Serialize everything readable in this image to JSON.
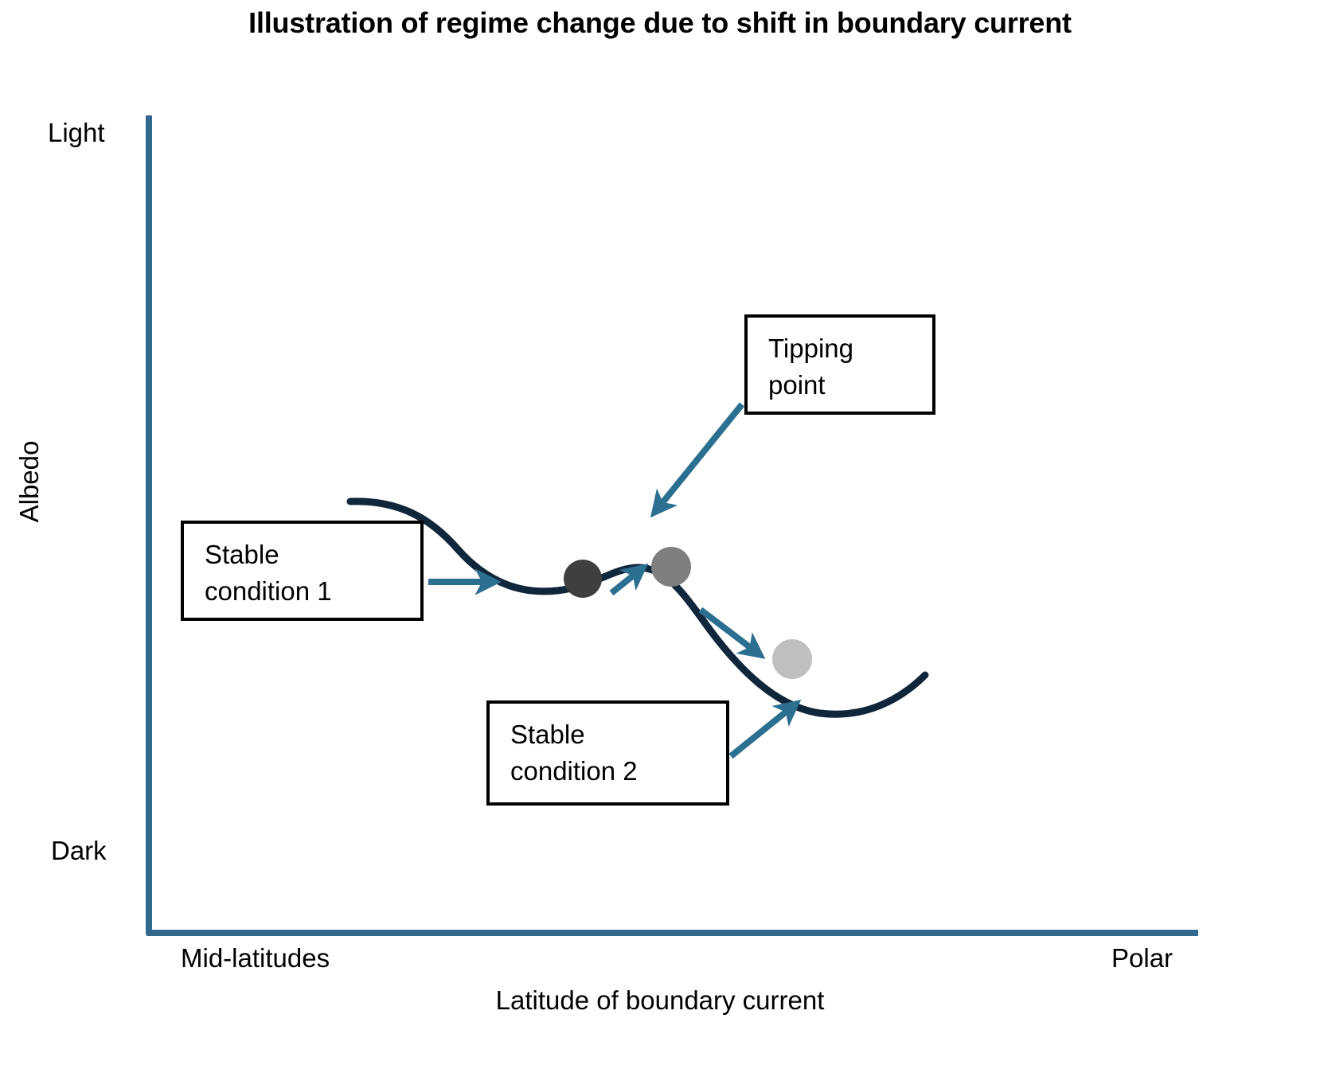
{
  "chart_data": {
    "type": "line",
    "title": "Illustration of regime change due to shift in boundary current",
    "xlabel": "Latitude of boundary current",
    "ylabel": "Albedo",
    "x_tick_labels": [
      "Mid-latitudes",
      "Polar"
    ],
    "y_tick_labels": [
      "Light",
      "Dark"
    ],
    "grid": false,
    "legend": "none",
    "axis_color": "#31688e",
    "curve_color": "#10263b",
    "arrow_color": "#2b6f91",
    "series": [
      {
        "name": "albedo-potential-curve",
        "description": "Double-well potential curve: high plateau at mid-latitudes, local minimum (stable condition 1), local maximum (tipping point), then deep minimum (stable condition 2) toward polar.",
        "x": [
          0.22,
          0.28,
          0.34,
          0.4,
          0.45,
          0.5,
          0.55,
          0.6,
          0.65,
          0.7,
          0.76,
          0.82,
          0.88,
          0.94,
          1.0
        ],
        "y": [
          0.72,
          0.72,
          0.7,
          0.65,
          0.6,
          0.575,
          0.578,
          0.595,
          0.585,
          0.545,
          0.49,
          0.445,
          0.425,
          0.428,
          0.448
        ]
      }
    ],
    "markers": [
      {
        "name": "ball-stable-1",
        "label": "dark ball at stable condition 1",
        "color": "#3f3f3f",
        "x": 0.44,
        "y": 0.586,
        "radius_px": 24
      },
      {
        "name": "ball-tipping",
        "label": "mid-grey ball at tipping point",
        "color": "#7f7f7f",
        "x": 0.535,
        "y": 0.601,
        "radius_px": 25
      },
      {
        "name": "ball-descending",
        "label": "light-grey ball descending toward stable condition 2",
        "color": "#bfbfbf",
        "x": 0.665,
        "y": 0.484,
        "radius_px": 25
      }
    ],
    "annotations": [
      {
        "name": "tipping-point",
        "text": "Tipping point"
      },
      {
        "name": "stable-condition-1",
        "text": "Stable condition 1"
      },
      {
        "name": "stable-condition-2",
        "text": "Stable condition 2"
      }
    ]
  },
  "title": "Illustration of regime change due to shift in boundary current",
  "axes": {
    "y_label": "Albedo",
    "x_label": "Latitude of boundary current",
    "y_top_tick": "Light",
    "y_bottom_tick": "Dark",
    "x_left_tick": "Mid-latitudes",
    "x_right_tick": "Polar"
  },
  "callouts": {
    "tipping": "Tipping\npoint",
    "stable1": "Stable\ncondition 1",
    "stable2": "Stable\ncondition 2"
  }
}
